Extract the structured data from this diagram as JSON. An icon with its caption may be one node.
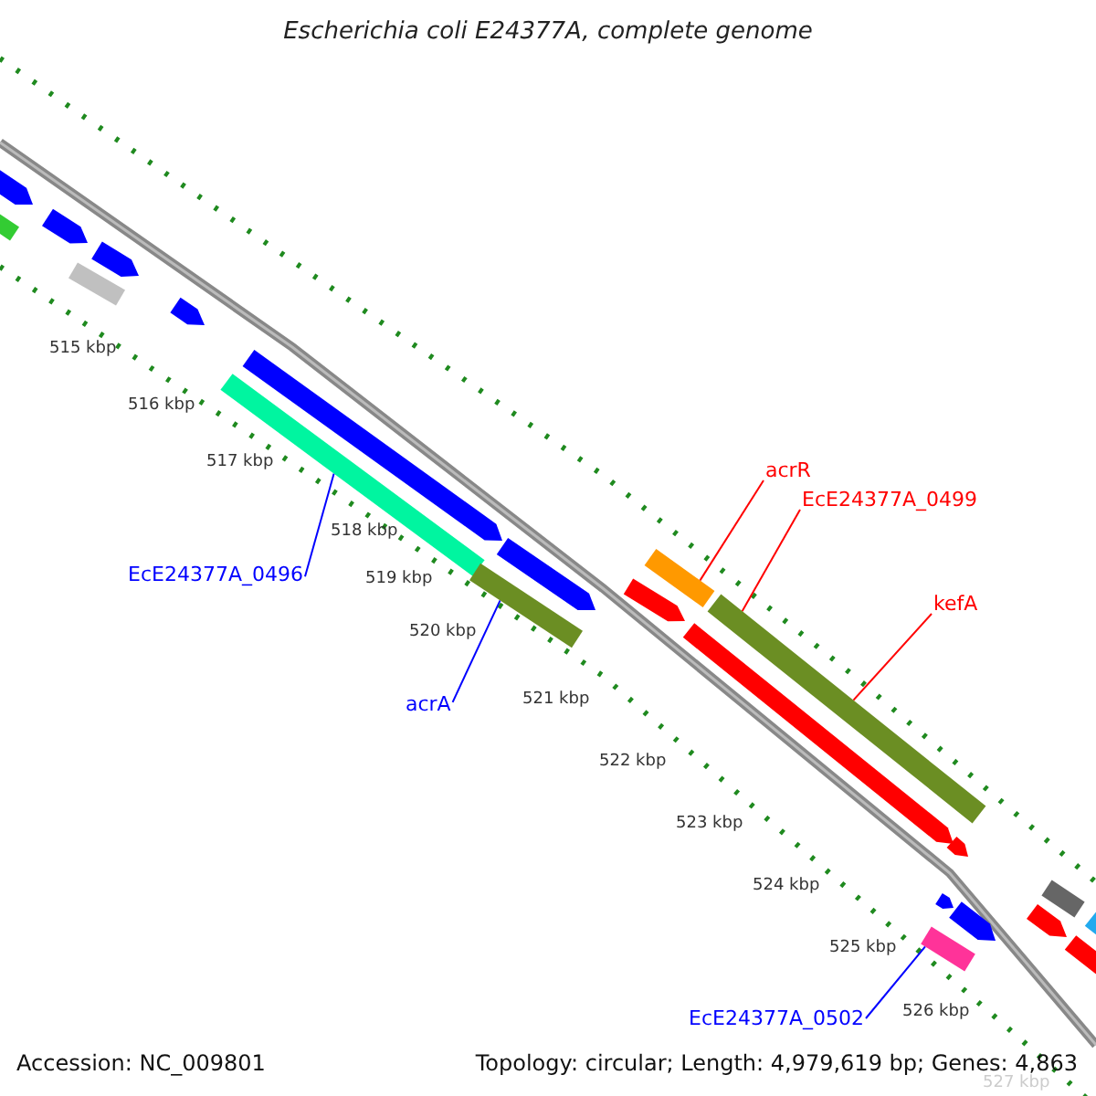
{
  "diagram": {
    "title": "Escherichia coli E24377A, complete genome",
    "nodes": [
      {
        "text": [
          "acrR"
        ]
      },
      {
        "text": [
          "EcE24377A_0499"
        ]
      },
      {
        "text": [
          "kefA"
        ]
      },
      {
        "text": [
          "EcE24377A_0496"
        ]
      },
      {
        "text": [
          "acrA"
        ]
      },
      {
        "text": [
          "EcE24377A_0502"
        ]
      },
      {
        "text": [],
        "shape": "bar"
      },
      {
        "text": [],
        "shape": "bar"
      },
      {
        "text": [],
        "shape": "bar"
      },
      {
        "text": [],
        "shape": "bar"
      },
      {
        "text": [],
        "shape": "bar"
      }
    ],
    "edges": [
      {
        "from": 0,
        "to": 6,
        "arrow": "none",
        "color": "#ff0000"
      },
      {
        "from": 1,
        "to": 7,
        "arrow": "none",
        "color": "#ff0000"
      },
      {
        "from": 2,
        "to": 7,
        "arrow": "none",
        "color": "#ff0000"
      },
      {
        "from": 3,
        "to": 8,
        "arrow": "none",
        "color": "#0000ff"
      },
      {
        "from": 4,
        "to": 9,
        "arrow": "none",
        "color": "#0000ff"
      },
      {
        "from": 5,
        "to": 10,
        "arrow": "none",
        "color": "#0000ff"
      }
    ],
    "labels": [
      "515 kbp",
      "516 kbp",
      "517 kbp",
      "518 kbp",
      "519 kbp",
      "520 kbp",
      "521 kbp",
      "522 kbp",
      "523 kbp",
      "524 kbp",
      "525 kbp",
      "526 kbp",
      "527 kbp",
      "Accession: NC_009801",
      "Topology: circular; Length: 4,979,619 bp; Genes: 4,863"
    ]
  }
}
